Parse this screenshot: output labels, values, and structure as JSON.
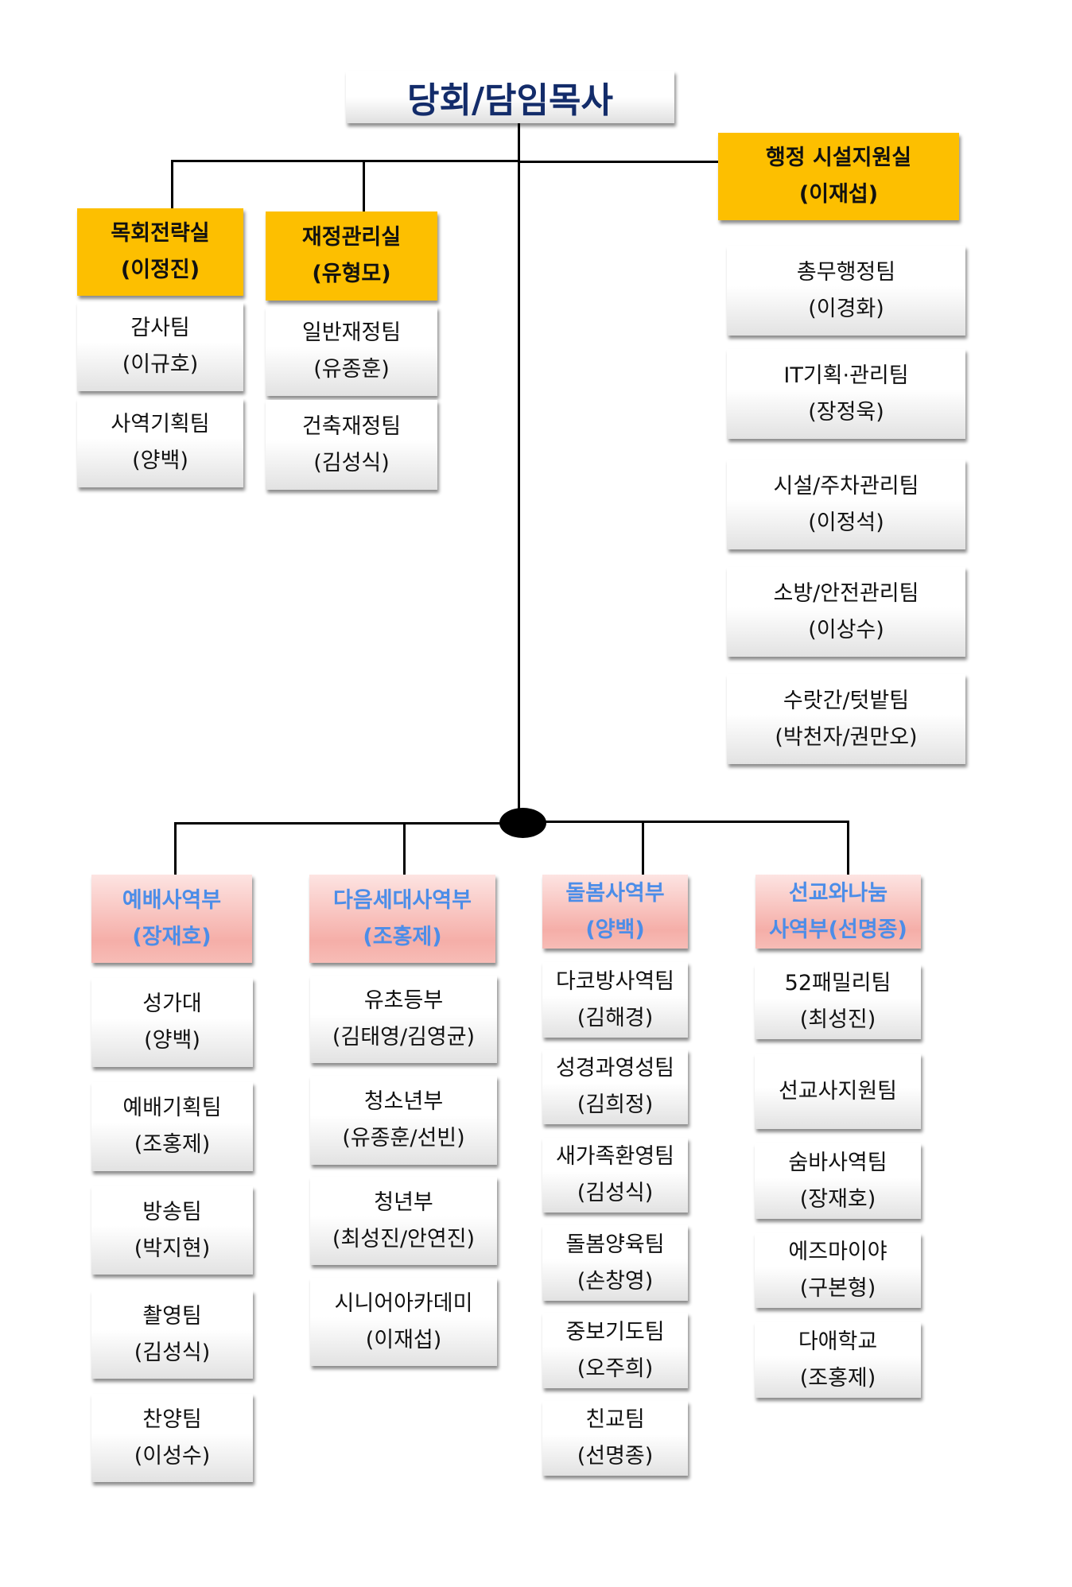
{
  "root": {
    "title": "당회/담임목사"
  },
  "top_offices": [
    {
      "name": "목회전략실",
      "leader": "(이정진)",
      "teams": [
        {
          "name": "감사팀",
          "leader": "(이규호)"
        },
        {
          "name": "사역기획팀",
          "leader": "(양백)"
        }
      ]
    },
    {
      "name": "재정관리실",
      "leader": "(유형모)",
      "teams": [
        {
          "name": "일반재정팀",
          "leader": "(유종훈)"
        },
        {
          "name": "건축재정팀",
          "leader": "(김성식)"
        }
      ]
    },
    {
      "name": "행정 시설지원실",
      "leader": "(이재섭)",
      "teams": [
        {
          "name": "총무행정팀",
          "leader": "(이경화)"
        },
        {
          "name": "IT기획·관리팀",
          "leader": "(장정욱)"
        },
        {
          "name": "시설/주차관리팀",
          "leader": "(이정석)"
        },
        {
          "name": "소방/안전관리팀",
          "leader": "(이상수)"
        },
        {
          "name": "수랏간/텃밭팀",
          "leader": "(박천자/권만오)"
        }
      ]
    }
  ],
  "ministries": [
    {
      "name": "예배사역부",
      "leader": "(장재호)",
      "teams": [
        {
          "name": "성가대",
          "leader": "(양백)"
        },
        {
          "name": "예배기획팀",
          "leader": "(조홍제)"
        },
        {
          "name": "방송팀",
          "leader": "(박지현)"
        },
        {
          "name": "촬영팀",
          "leader": "(김성식)"
        },
        {
          "name": "찬양팀",
          "leader": "(이성수)"
        }
      ]
    },
    {
      "name": "다음세대사역부",
      "leader": "(조홍제)",
      "teams": [
        {
          "name": "유초등부",
          "leader": "(김태영/김영균)"
        },
        {
          "name": "청소년부",
          "leader": "(유종훈/선빈)"
        },
        {
          "name": "청년부",
          "leader": "(최성진/안연진)"
        },
        {
          "name": "시니어아카데미",
          "leader": "(이재섭)"
        }
      ]
    },
    {
      "name": "돌봄사역부",
      "leader": "(양백)",
      "teams": [
        {
          "name": "다코방사역팀",
          "leader": "(김해경)"
        },
        {
          "name": "성경과영성팀",
          "leader": "(김희정)"
        },
        {
          "name": "새가족환영팀",
          "leader": "(김성식)"
        },
        {
          "name": "돌봄양육팀",
          "leader": "(손창영)"
        },
        {
          "name": "중보기도팀",
          "leader": "(오주희)"
        },
        {
          "name": "친교팀",
          "leader": "(선명종)"
        }
      ]
    },
    {
      "name": "선교와나눔",
      "leader": "사역부(선명종)",
      "teams": [
        {
          "name": "52패밀리팀",
          "leader": "(최성진)"
        },
        {
          "name": "선교사지원팀",
          "leader": ""
        },
        {
          "name": "숨바사역팀",
          "leader": "(장재호)"
        },
        {
          "name": "에즈마이야",
          "leader": "(구본형)"
        },
        {
          "name": "다애학교",
          "leader": "(조홍제)"
        }
      ]
    }
  ],
  "colors": {
    "office_fill": "#fdbf00",
    "ministry_text": "#4c8de8",
    "ministry_fill": "#f5aea8",
    "root_text": "#132c6a"
  }
}
